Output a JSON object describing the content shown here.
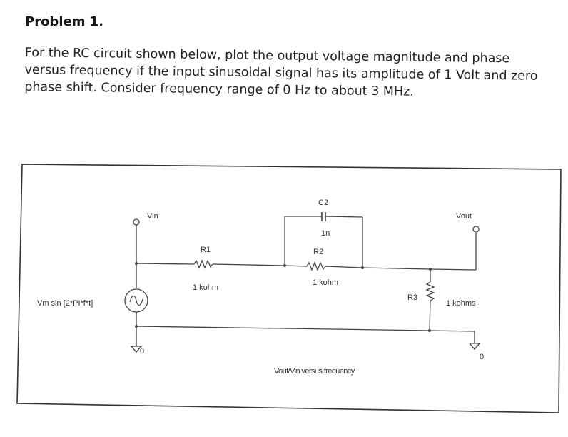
{
  "document": {
    "heading": "Problem 1.",
    "paragraph_lines": [
      "For the RC circuit shown below, plot the output voltage magnitude and phase",
      "versus frequency if the input sinusoidal signal has its amplitude of 1 Volt and zero",
      "phase shift. Consider frequency range of 0 Hz to about 3 MHz."
    ]
  },
  "circuit": {
    "source_label": "Vm sin [2*PI*f*t]",
    "vin_label": "Vin",
    "vout_label": "Vout",
    "ground_left_label": "0",
    "ground_right_label": "0",
    "r1": {
      "name": "R1",
      "value": "1 kohm"
    },
    "r2": {
      "name": "R2",
      "value": "1 kohm"
    },
    "c2": {
      "name": "C2",
      "value": "1n"
    },
    "r3": {
      "name": "R3",
      "value": "1 kohms"
    },
    "caption": "Vout/Vin  versus frequency"
  }
}
